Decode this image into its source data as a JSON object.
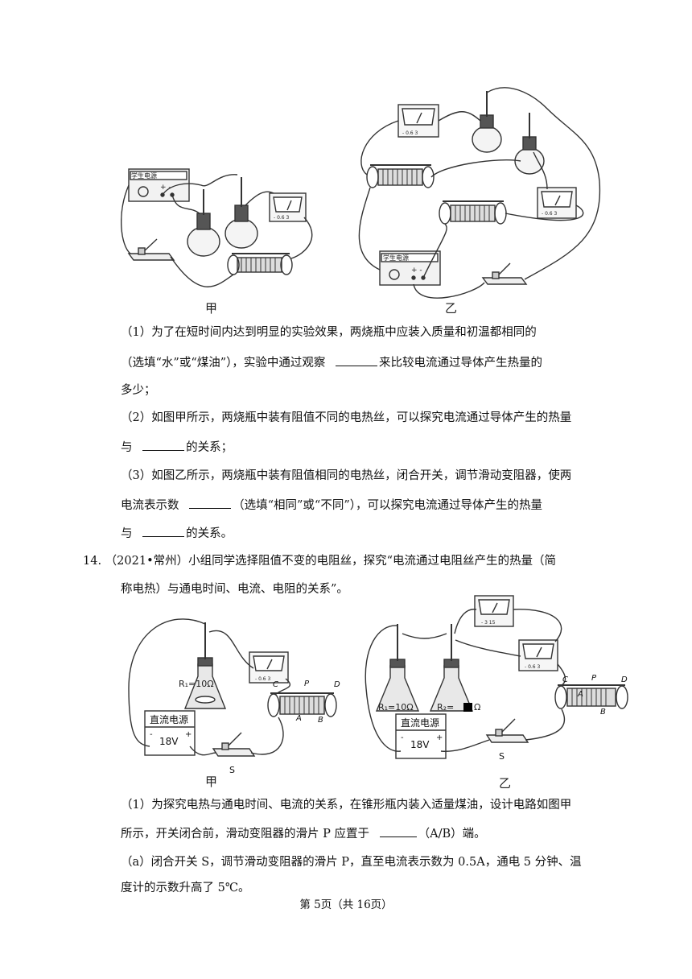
{
  "figure_top": {
    "caption_left": "甲",
    "caption_right": "乙",
    "labels": {
      "power_supply": "学生电源",
      "plus_minus": "+ -",
      "ammeter_scale": "- 0.6 3"
    }
  },
  "q13": {
    "part1": [
      "（1）为了在短时间内达到明显的实验效果，两烧瓶中应装入质量和初温都相同的",
      "（选填“水”或“煤油”），实验中通过观察",
      "来比较电流通过导体产生热量的",
      "多少；"
    ],
    "part2": [
      "（2）如图甲所示，两烧瓶中装有阻值不同的电热丝，可以探究电流通过导体产生的热量",
      "与",
      "的关系；"
    ],
    "part3": [
      "（3）如图乙所示，两烧瓶中装有阻值相同的电热丝，闭合开关，调节滑动变阻器，使两",
      "电流表示数",
      "（选填“相同”或“不同”），可以探究电流通过导体产生的热量",
      "与",
      "的关系。"
    ]
  },
  "q14": {
    "number": "14.",
    "stem_line1": "（2021•常州）小组同学选择阻值不变的电阻丝，探究“电流通过电阻丝产生的热量（简",
    "stem_line2": "称电热）与通电时间、电流、电阻的关系”。"
  },
  "figure_bottom": {
    "caption_left": "甲",
    "caption_right": "乙",
    "labels": {
      "r1": "R₁=10Ω",
      "r2": "R₂=",
      "ohm": "Ω",
      "dc_supply": "直流电源",
      "voltage": "18V",
      "switch": "S",
      "C": "C",
      "P": "P",
      "D": "D",
      "A": "A",
      "B": "B",
      "ammeter_scale": "- 0.6 3",
      "ammeter_scale2": "- 3 15"
    }
  },
  "q14_parts": {
    "part1": [
      "（1）为探究电热与通电时间、电流的关系，在锥形瓶内装入适量煤油，设计电路如图甲",
      "所示，开关闭合前，滑动变阻器的滑片 P 应置于",
      "（A/B）端。"
    ],
    "parta": [
      "（a）闭合开关 S，调节滑动变阻器的滑片 P，直至电流表示数为 0.5A，通电 5 分钟、温",
      "度计的示数升高了 5℃。"
    ]
  },
  "footer": "第 5页（共 16页）"
}
